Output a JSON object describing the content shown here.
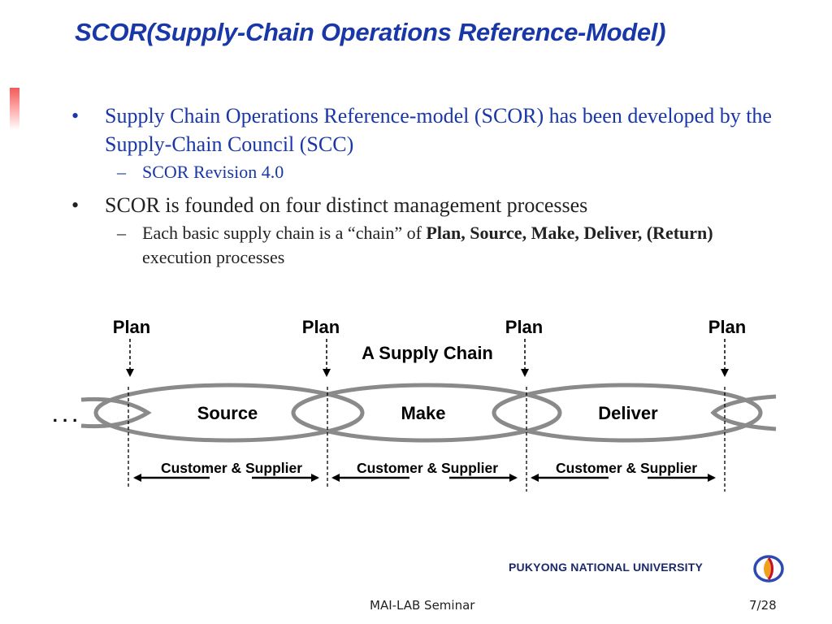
{
  "slide": {
    "title": "SCOR(Supply-Chain Operations Reference-Model)"
  },
  "bullets": [
    {
      "marker": "•",
      "text": "Supply Chain Operations Reference-model (SCOR) has been developed by the Supply-Chain Council (SCC)",
      "sub": {
        "marker": "–",
        "text": "SCOR Revision 4.0"
      }
    },
    {
      "marker": "•",
      "text": "SCOR is founded on four distinct management processes",
      "sub": {
        "marker": "–",
        "text_before": "Each basic supply chain is a “chain” of ",
        "bold": "Plan, Source, Make, Deliver, (Return)",
        "text_after": " execution processes"
      }
    }
  ],
  "diagram": {
    "heading": "A Supply Chain",
    "plan_labels": [
      "Plan",
      "Plan",
      "Plan",
      "Plan"
    ],
    "stages": [
      "Source",
      "Make",
      "Deliver"
    ],
    "ellipsis": ". . .",
    "relations": [
      "Customer & Supplier",
      "Customer & Supplier",
      "Customer & Supplier"
    ]
  },
  "footer": {
    "university": "PUKYONG NATIONAL UNIVERSITY",
    "seminar": "MAI-LAB Seminar",
    "page": "7/28"
  },
  "colors": {
    "title_blue": "#1a37a8",
    "chain_gray": "#8a8a8a"
  }
}
